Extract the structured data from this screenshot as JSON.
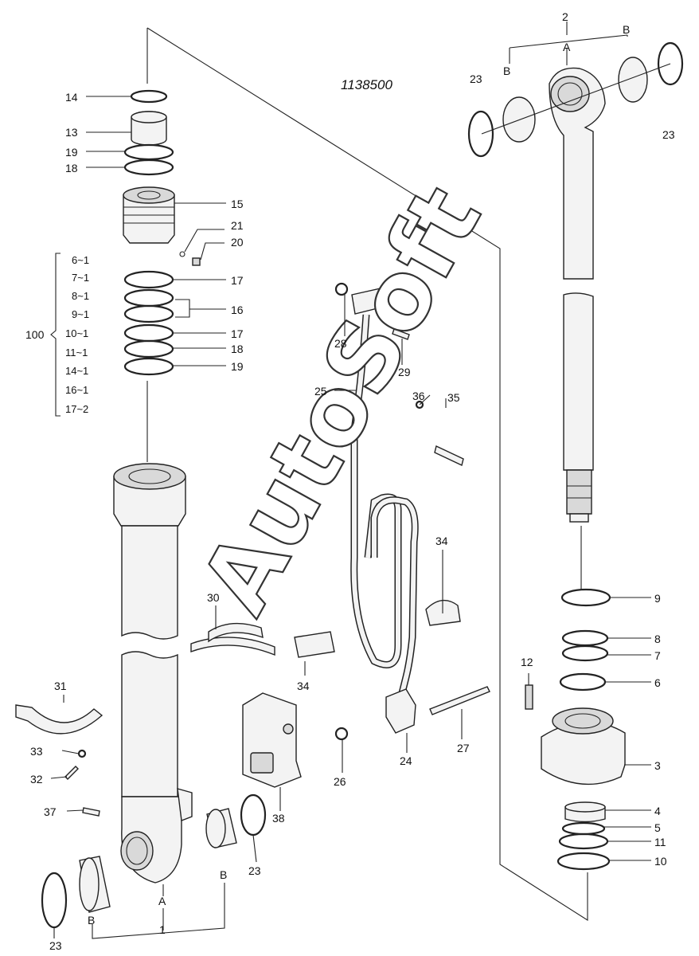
{
  "drawing_number": "1138500",
  "watermark": "AutoSoft",
  "kit_group": {
    "number": "100",
    "items": [
      "6~1",
      "7~1",
      "8~1",
      "9~1",
      "10~1",
      "11~1",
      "14~1",
      "16~1",
      "17~2"
    ]
  },
  "callouts": {
    "p1": "1",
    "p2": "2",
    "p3": "3",
    "p4": "4",
    "p5": "5",
    "p6": "6",
    "p7": "7",
    "p8": "8",
    "p9": "9",
    "p10": "10",
    "p11": "11",
    "p12": "12",
    "p13": "13",
    "p14": "14",
    "p15": "15",
    "p16": "16",
    "p17a": "17",
    "p17b": "17",
    "p18a": "18",
    "p18b": "18",
    "p19a": "19",
    "p19b": "19",
    "p20": "20",
    "p21": "21",
    "p23a": "23",
    "p23b": "23",
    "p23c": "23",
    "p23d": "23",
    "p24": "24",
    "p25": "25",
    "p26": "26",
    "p27": "27",
    "p28": "28",
    "p29": "29",
    "p30": "30",
    "p31": "31",
    "p32": "32",
    "p33": "33",
    "p34a": "34",
    "p34b": "34",
    "p35": "35",
    "p36": "36",
    "p37": "37",
    "p38": "38",
    "topA": "A",
    "topB1": "B",
    "topB2": "B",
    "botA": "A",
    "botB1": "B",
    "botB2": "B"
  }
}
